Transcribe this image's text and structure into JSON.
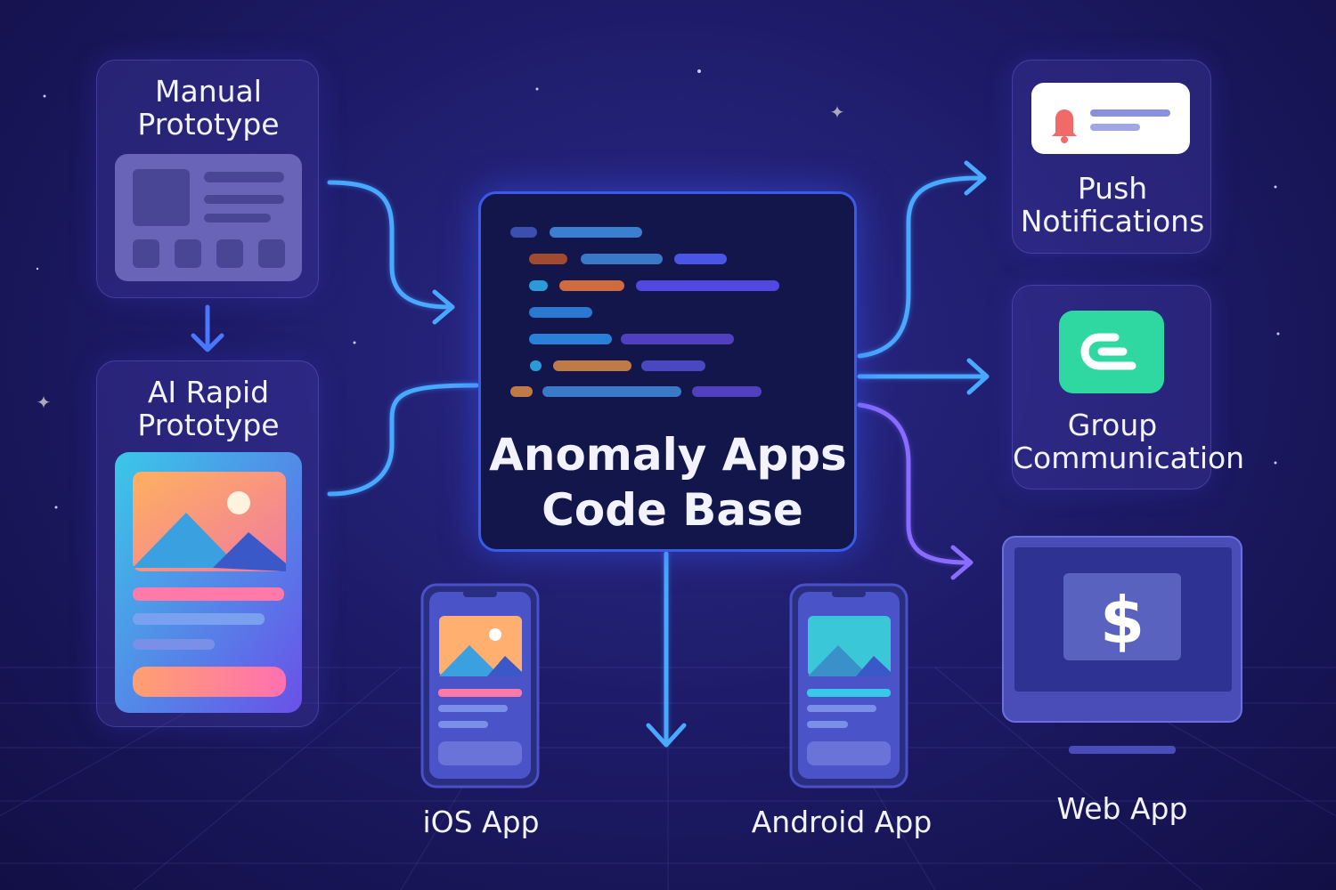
{
  "nodes": {
    "manual": "Manual Prototype",
    "ai": "AI Rapid Prototype",
    "core_line1": "Anomaly Apps",
    "core_line2": "Code Base",
    "push": "Push Notifications",
    "group": "Group Communication",
    "web": "Web App",
    "ios": "iOS App",
    "android": "Android App"
  },
  "icons": {
    "currency_symbol": "$"
  },
  "colors": {
    "accent": "#4aa8ff",
    "group_icon": "#2fd8a0",
    "bell": "#f06a6a"
  }
}
